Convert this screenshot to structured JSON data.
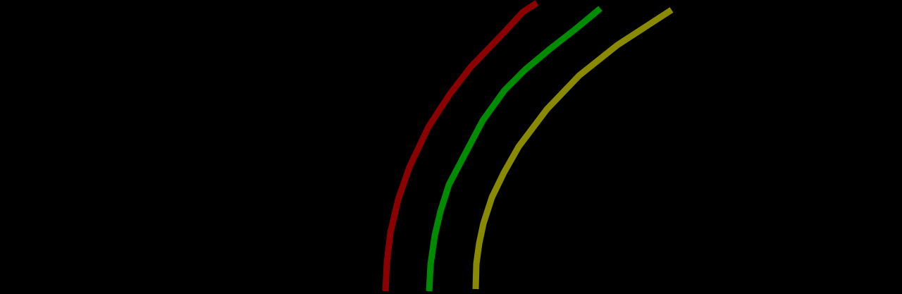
{
  "background_color": "#000000",
  "curves": [
    {
      "id": "red-curve",
      "color": "#8b0000"
    },
    {
      "id": "green-curve",
      "color": "#008c00"
    },
    {
      "id": "olive-curve",
      "color": "#8a8a00"
    }
  ]
}
